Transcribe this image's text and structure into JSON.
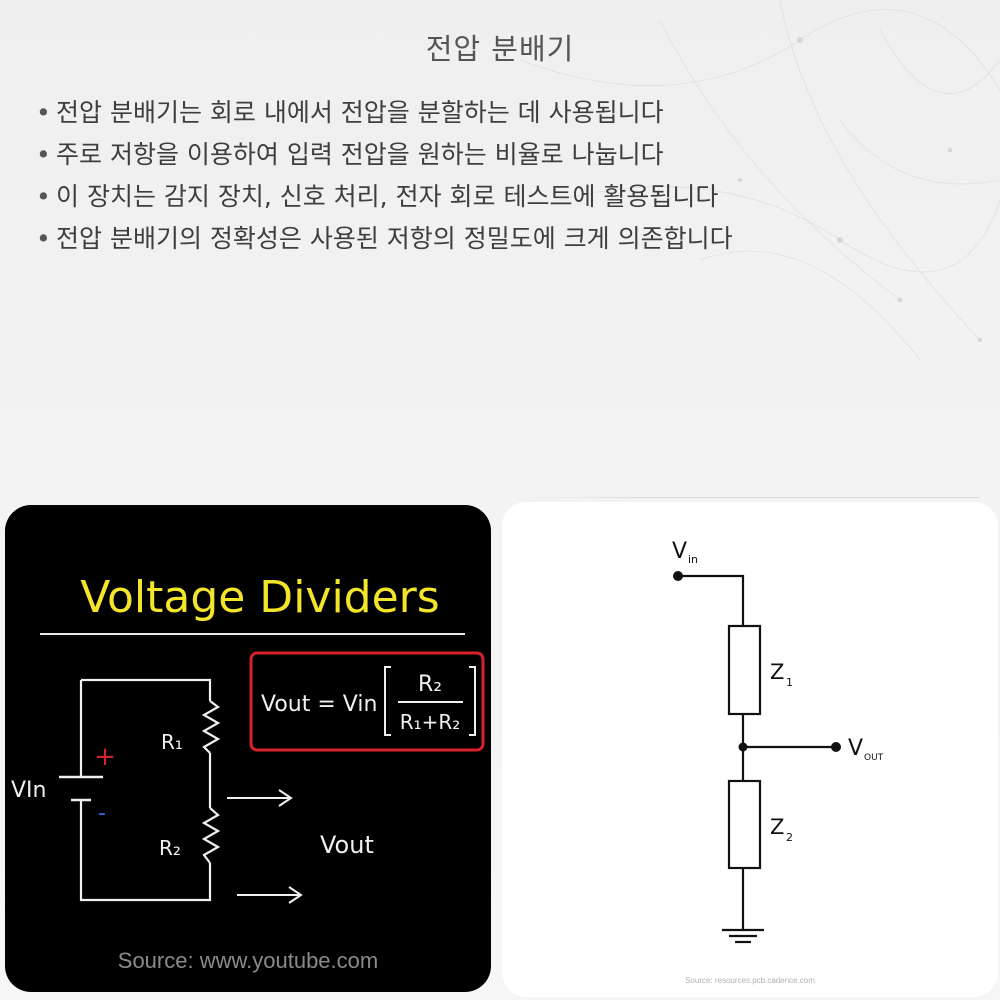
{
  "slide": {
    "title": "전압 분배기",
    "bullets": [
      "전압 분배기는 회로 내에서 전압을 분할하는 데 사용됩니다",
      "주로 저항을 이용하여 입력 전압을 원하는 비율로 나눕니다",
      "이 장치는 감지 장치, 신호 처리, 전자 회로 테스트에 활용됩니다",
      "전압 분배기의 정확성은 사용된 저항의 정밀도에 크게 의존합니다"
    ]
  },
  "left_image": {
    "heading": "Voltage Dividers",
    "formula_lhs": "Vout = Vin",
    "formula_num": "R₂",
    "formula_den": "R₁+R₂",
    "plus": "+",
    "minus": "-",
    "vin_label": "VIn",
    "r1_label": "R₁",
    "r2_label": "R₂",
    "vout_label": "Vout",
    "source": "Source: www.youtube.com"
  },
  "right_image": {
    "vin_main": "V",
    "vin_sub": "in",
    "z1_main": "Z",
    "z1_sub": "1",
    "z2_main": "Z",
    "z2_sub": "2",
    "vout_main": "V",
    "vout_sub": "OUT",
    "source": "Source: resources.pcb.cadence.com"
  },
  "colors": {
    "heading_yellow": "#f2e52a",
    "formula_box_red": "#d8222a",
    "plus_red": "#d8222a",
    "minus_blue": "#2d6fe0"
  }
}
